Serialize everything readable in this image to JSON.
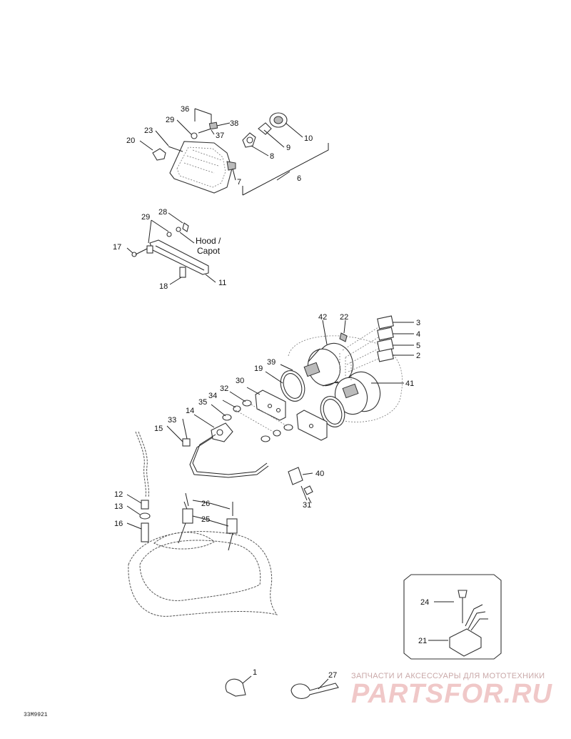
{
  "diagram_code": "33M9921",
  "watermark": {
    "line1": "ЗАПЧАСТИ И АКСЕССУАРЫ ДЛЯ МОТОТЕХНИКИ",
    "line2": "PARTSFOR.RU"
  },
  "labels": {
    "hood": "Hood /",
    "capot": "Capot"
  },
  "callouts": {
    "n1": "1",
    "n2": "2",
    "n3": "3",
    "n4": "4",
    "n5": "5",
    "n6": "6",
    "n7": "7",
    "n8": "8",
    "n9": "9",
    "n10": "10",
    "n11": "11",
    "n12": "12",
    "n13": "13",
    "n14": "14",
    "n15": "15",
    "n16": "16",
    "n17": "17",
    "n18": "18",
    "n19": "19",
    "n20": "20",
    "n21": "21",
    "n22": "22",
    "n23": "23",
    "n24": "24",
    "n25": "25",
    "n26": "26",
    "n27": "27",
    "n28": "28",
    "n29a": "29",
    "n29b": "29",
    "n30": "30",
    "n31": "31",
    "n32": "32",
    "n33": "33",
    "n34": "34",
    "n35": "35",
    "n36": "36",
    "n37": "37",
    "n38": "38",
    "n39": "39",
    "n40": "40",
    "n41": "41",
    "n42": "42"
  }
}
